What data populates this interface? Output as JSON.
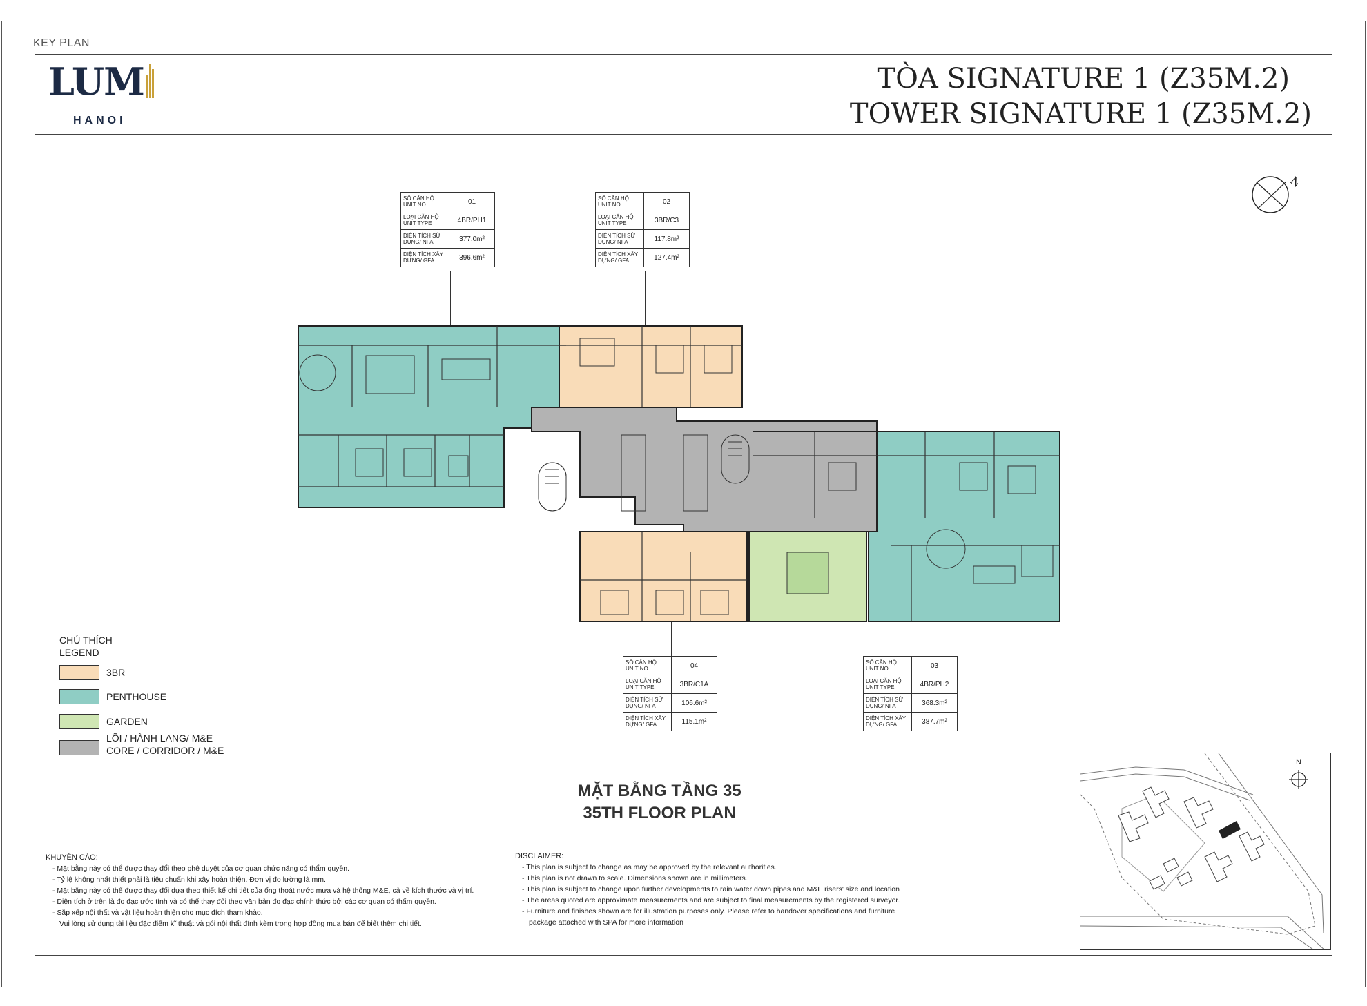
{
  "header": {
    "key_plan_label": "KEY PLAN",
    "logo_word": "LUM",
    "logo_city": "HANOI",
    "title_vi": "TÒA SIGNATURE 1 (Z35M.2)",
    "title_en": "TOWER SIGNATURE 1 (Z35M.2)"
  },
  "compass": {
    "label": "N"
  },
  "unit_table_labels": {
    "unit_no": [
      "SỐ CĂN HỘ",
      "UNIT NO."
    ],
    "unit_type": [
      "LOẠI CĂN HỘ",
      "UNIT TYPE"
    ],
    "nfa": [
      "DIỆN TÍCH SỬ",
      "DỤNG/ NFA"
    ],
    "gfa": [
      "DIỆN TÍCH XÂY",
      "DỰNG/ GFA"
    ]
  },
  "units": [
    {
      "unit_no": "01",
      "unit_type": "4BR/PH1",
      "nfa": "377.0m²",
      "gfa": "396.6m²"
    },
    {
      "unit_no": "02",
      "unit_type": "3BR/C3",
      "nfa": "117.8m²",
      "gfa": "127.4m²"
    },
    {
      "unit_no": "04",
      "unit_type": "3BR/C1A",
      "nfa": "106.6m²",
      "gfa": "115.1m²"
    },
    {
      "unit_no": "03",
      "unit_type": "4BR/PH2",
      "nfa": "368.3m²",
      "gfa": "387.7m²"
    }
  ],
  "colors": {
    "3br": "#f9dcb8",
    "penthouse": "#8fcdc4",
    "garden": "#cfe6b3",
    "core": "#b3b3b3",
    "logo_navy": "#1c2a44",
    "logo_gold": "#c9a13a"
  },
  "legend": {
    "title_vi": "CHÚ THÍCH",
    "title_en": "LEGEND",
    "items": [
      {
        "label": "3BR",
        "color": "#f9dcb8"
      },
      {
        "label": "PENTHOUSE",
        "color": "#8fcdc4"
      },
      {
        "label": "GARDEN",
        "color": "#cfe6b3"
      },
      {
        "label": "LÕI / HÀNH LANG/ M&E",
        "label2": "CORE / CORRIDOR / M&E",
        "color": "#b3b3b3"
      }
    ]
  },
  "plan_caption": {
    "vi": "MẶT BẰNG TẦNG 35",
    "en": "35TH FLOOR PLAN"
  },
  "notes_vi": {
    "heading": "KHUYẾN CÁO:",
    "items": [
      "Mặt bằng này có thể được thay đổi theo phê duyệt của cơ quan chức năng có thẩm quyền.",
      "Tỷ lệ không nhất thiết phải là tiêu chuẩn khi xây hoàn thiện. Đơn vị đo lường là mm.",
      "Mặt bằng này có thể được thay đổi dựa theo thiết kế chi tiết của ống thoát nước mưa và hệ thống M&E, cả về kích thước và vị trí.",
      "Diện tích ở trên là đo đạc ước tính và có thể thay đổi theo văn bản đo đạc chính thức bởi các cơ quan có thẩm quyền.",
      "Sắp xếp nội thất và vật liệu hoàn thiện cho mục đích tham khảo."
    ],
    "tail": "Vui lòng sử dụng tài liệu đặc điểm kĩ thuật và gói nội thất  đính kèm trong hợp đồng mua bán để biết thêm chi tiết."
  },
  "notes_en": {
    "heading": "DISCLAIMER:",
    "items": [
      "This plan is subject to change as may be approved by the relevant authorities.",
      "This plan is not drawn to scale. Dimensions shown are in millimeters.",
      "This plan is subject to change upon further developments to rain water down pipes and M&E risers' size and location",
      "The areas quoted are approximate measurements and are subject to final measurements by the registered surveyor.",
      "Furniture and finishes shown are for illustration purposes only. Please refer to handover specifications and furniture"
    ],
    "tail": "package attached with SPA for more information"
  },
  "site_map": {
    "north_label": "N"
  }
}
